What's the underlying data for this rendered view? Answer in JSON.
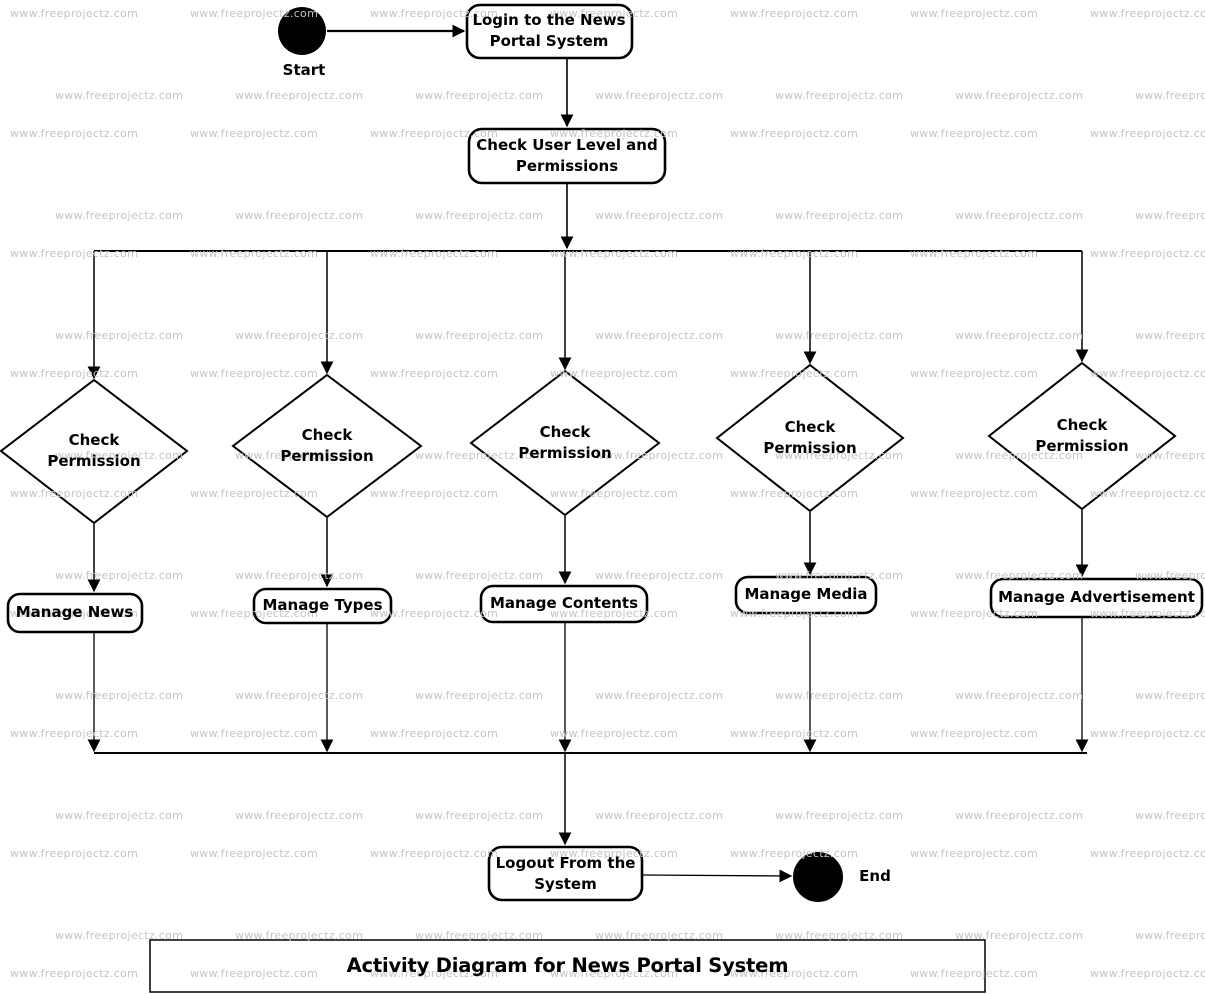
{
  "title": "Activity Diagram for News Portal System",
  "watermark": {
    "text": "www.freeprojectz.com"
  },
  "colors": {
    "line": "#000000",
    "node_fill": "#ffffff",
    "watermark": "#c4c4c4",
    "terminal_fill": "#000000"
  },
  "nodes": {
    "start": "Start",
    "end": "End",
    "activities": [
      {
        "id": "login",
        "label": "Login to the News Portal System"
      },
      {
        "id": "check-user-level",
        "label": "Check User Level and Permissions"
      },
      {
        "id": "manage-news",
        "label": "Manage News"
      },
      {
        "id": "manage-types",
        "label": "Manage Types"
      },
      {
        "id": "manage-contents",
        "label": "Manage Contents"
      },
      {
        "id": "manage-media",
        "label": "Manage Media"
      },
      {
        "id": "manage-advertisement",
        "label": "Manage Advertisement"
      },
      {
        "id": "logout",
        "label": "Logout From the System"
      }
    ],
    "decisions": [
      {
        "id": "check-permission-1",
        "label": "Check Permission"
      },
      {
        "id": "check-permission-2",
        "label": "Check Permission"
      },
      {
        "id": "check-permission-3",
        "label": "Check Permission"
      },
      {
        "id": "check-permission-4",
        "label": "Check Permission"
      },
      {
        "id": "check-permission-5",
        "label": "Check Permission"
      }
    ]
  }
}
